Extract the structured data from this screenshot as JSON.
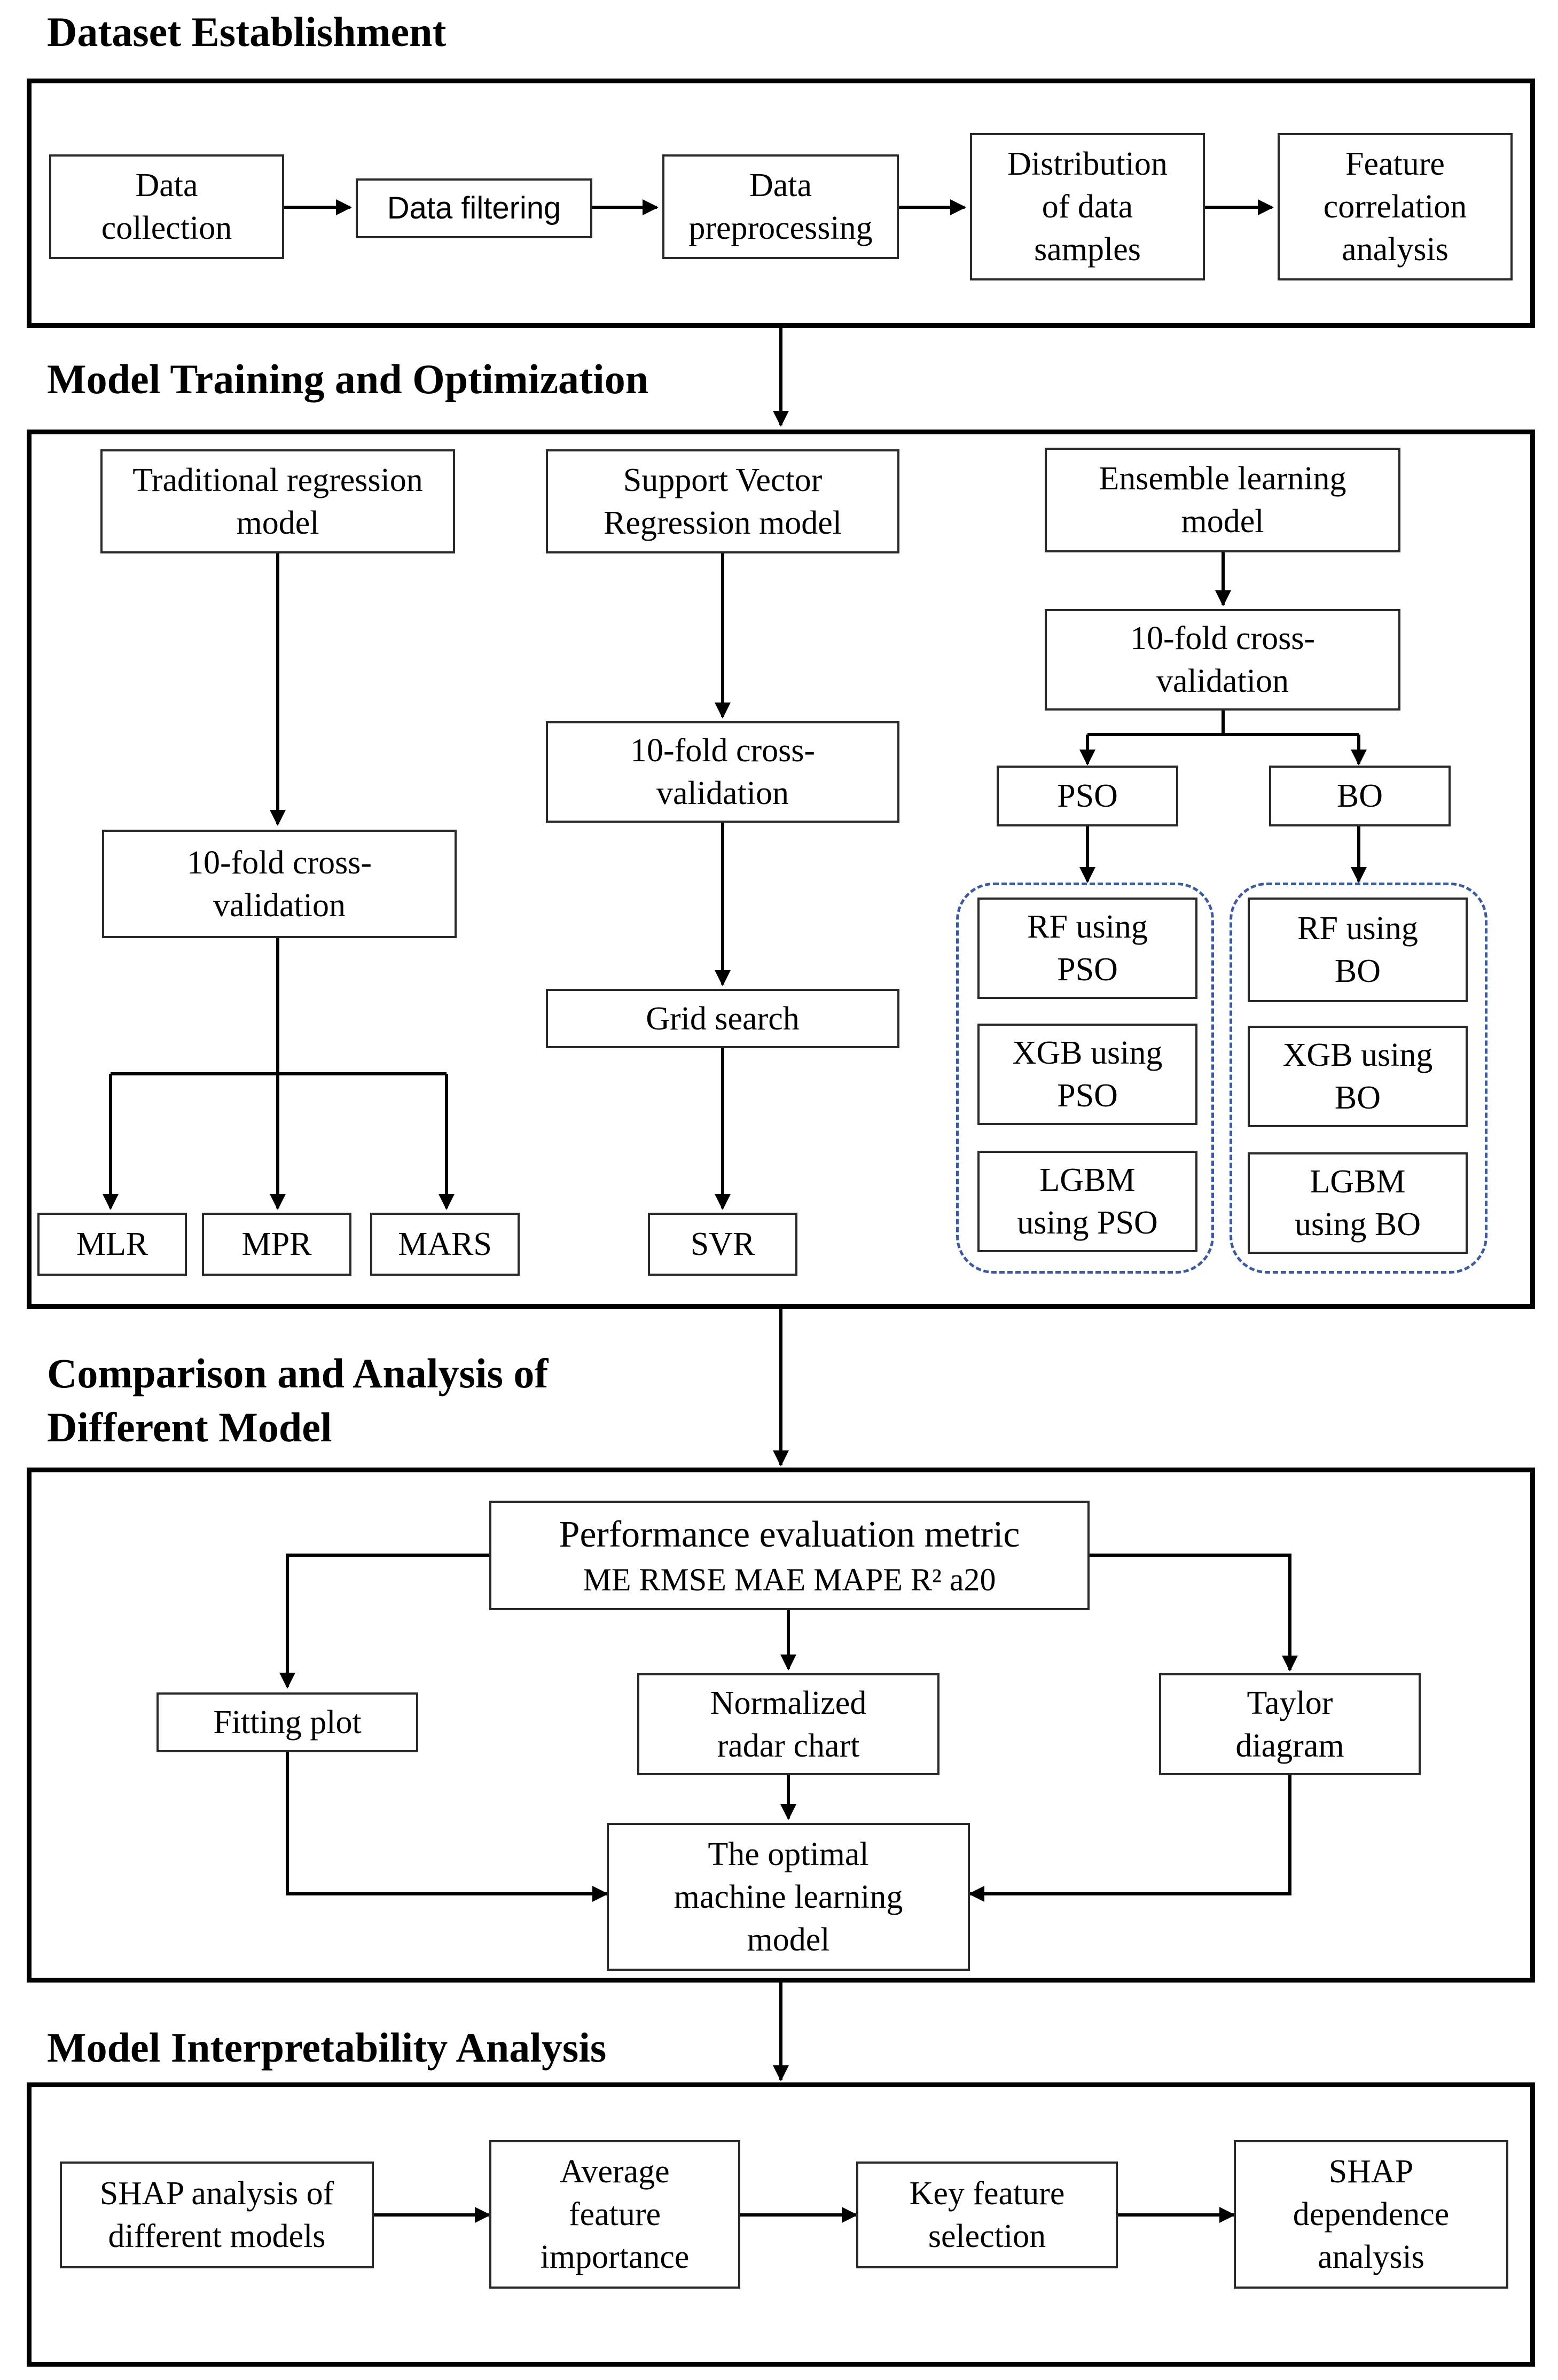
{
  "sections": {
    "dataset": {
      "heading": "Dataset Establishment",
      "nodes": {
        "collection": "Data\ncollection",
        "filtering": "Data filtering",
        "preprocessing": "Data\npreprocessing",
        "distribution": "Distribution\nof data\nsamples",
        "correlation": "Feature\ncorrelation\nanalysis"
      }
    },
    "training": {
      "heading": "Model Training and Optimization",
      "traditional": {
        "model": "Traditional regression\nmodel",
        "cv": "10-fold cross-\nvalidation",
        "outputs": [
          "MLR",
          "MPR",
          "MARS"
        ]
      },
      "svr": {
        "model": "Support Vector\nRegression model",
        "cv": "10-fold cross-\nvalidation",
        "search": "Grid search",
        "output": "SVR"
      },
      "ensemble": {
        "model": "Ensemble learning\nmodel",
        "cv": "10-fold cross-\nvalidation",
        "pso": "PSO",
        "bo": "BO",
        "pso_models": [
          "RF using\nPSO",
          "XGB using\nPSO",
          "LGBM\nusing PSO"
        ],
        "bo_models": [
          "RF using\nBO",
          "XGB using\nBO",
          "LGBM\nusing BO"
        ]
      }
    },
    "comparison": {
      "heading_line1": "Comparison and Analysis of",
      "heading_line2": "Different Model",
      "metric_title": "Performance evaluation metric",
      "metric_list": "ME RMSE MAE MAPE R² a20",
      "fitting": "Fitting plot",
      "radar": "Normalized\nradar chart",
      "taylor": "Taylor\ndiagram",
      "optimal": "The optimal\nmachine learning\nmodel"
    },
    "interpretability": {
      "heading": "Model Interpretability Analysis",
      "nodes": {
        "shap_models": "SHAP analysis of\ndifferent models",
        "importance": "Average\nfeature\nimportance",
        "key_feature": "Key feature\nselection",
        "dependence": "SHAP\ndependence\nanalysis"
      }
    }
  },
  "colors": {
    "line": "#000000",
    "box_border": "#2a2a2a",
    "dashed_group": "#3d5a9e"
  }
}
